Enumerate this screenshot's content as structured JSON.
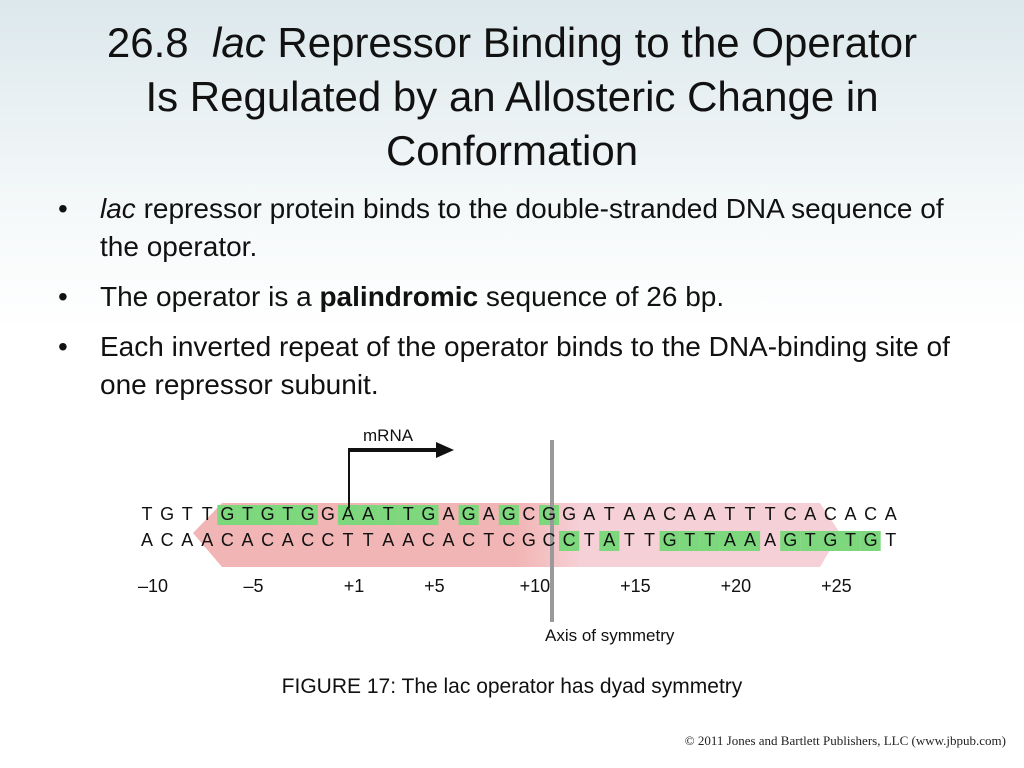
{
  "title": {
    "number": "26.8",
    "italic": "lac",
    "line1_rest": "Repressor Binding to the Operator",
    "line2": "Is Regulated by an Allosteric Change in",
    "line3": "Conformation"
  },
  "bullets": [
    {
      "marker": "•",
      "italic": "lac",
      "text": " repressor protein binds to the double-stranded DNA sequence of the operator."
    },
    {
      "marker": "•",
      "before": "The operator is a ",
      "bold": "palindromic",
      "after": " sequence of 26 bp."
    },
    {
      "marker": "•",
      "text": "Each inverted repeat of the operator binds to the DNA-binding site of one repressor subunit."
    }
  ],
  "figure": {
    "mrna_label": "mRNA",
    "top_strand": "TGTTGTGTGGAATTGAGAGCGGATAACAATTTCACACA",
    "bottom_strand": "ACAACACACCTTAACACTCGCCTATTGTTAAAGTGTGT",
    "top_highlight": [
      4,
      5,
      6,
      7,
      8,
      10,
      11,
      12,
      13,
      14,
      16,
      18,
      20
    ],
    "bottom_highlight": [
      21,
      23,
      26,
      27,
      28,
      29,
      30,
      32,
      33,
      34,
      35,
      36
    ],
    "positions": [
      "–10",
      "–5",
      "+1",
      "+5",
      "+10",
      "+15",
      "+20",
      "+25"
    ],
    "axis_label": "Axis of symmetry",
    "colors": {
      "highlight": "#7dd87d",
      "band_left": "#f0a8a8",
      "band_right": "#f3c8cf",
      "axis": "#9a9a9a"
    }
  },
  "caption": "FIGURE 17: The lac operator has dyad symmetry",
  "copyright": "© 2011 Jones and Bartlett Publishers, LLC (www.jbpub.com)"
}
